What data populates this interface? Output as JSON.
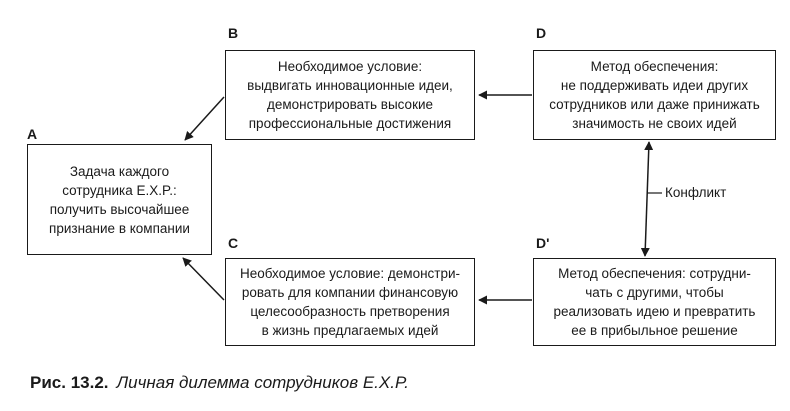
{
  "labels": {
    "a": "A",
    "b": "B",
    "c": "C",
    "d": "D",
    "d_prime": "D'"
  },
  "boxes": {
    "a": [
      "Задача каждого",
      "сотрудника E.X.P.:",
      "получить высочайшее",
      "признание в компании"
    ],
    "b": [
      "Необходимое условие:",
      "выдвигать инновационные идеи,",
      "демонстрировать высокие",
      "профессиональные достижения"
    ],
    "c": [
      "Необходимое условие: демонстри-",
      "ровать для компании финансовую",
      "целесообразность претворения",
      "в жизнь предлагаемых идей"
    ],
    "d": [
      "Метод обеспечения:",
      "не поддерживать идеи других",
      "сотрудников или даже принижать",
      "значимость не своих идей"
    ],
    "d_prime": [
      "Метод обеспечения: сотрудни-",
      "чать с другими, чтобы",
      "реализовать идею и превратить",
      "ее в прибыльное решение"
    ]
  },
  "conflict_label": "Конфликт",
  "caption": {
    "figure": "Рис. 13.2.",
    "title": "Личная дилемма сотрудников E.X.P."
  }
}
